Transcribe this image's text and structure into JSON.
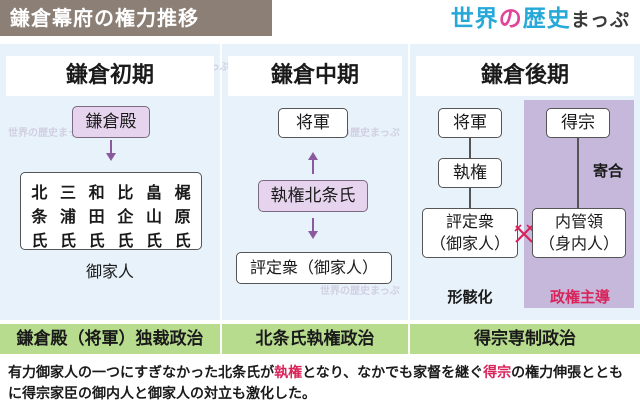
{
  "header": {
    "title": "鎌倉幕府の権力推移",
    "brand": {
      "part1": "世界",
      "part2": "の",
      "part3": "歴史",
      "part4": "まっぷ"
    }
  },
  "periods": {
    "early": {
      "heading": "鎌倉初期",
      "top_box": "鎌倉殿",
      "clans": [
        "北",
        "三",
        "和",
        "比",
        "畠",
        "梶",
        "条",
        "浦",
        "田",
        "企",
        "山",
        "原",
        "氏",
        "氏",
        "氏",
        "氏",
        "氏",
        "氏"
      ],
      "bottom_label": "御家人",
      "footer": "鎌倉殿（将軍）独裁政治"
    },
    "middle": {
      "heading": "鎌倉中期",
      "top_box": "将軍",
      "mid_box": "執権北条氏",
      "bottom_box": "評定衆（御家人）",
      "footer": "北条氏執権政治"
    },
    "late": {
      "heading": "鎌倉後期",
      "left_top": "将軍",
      "left_mid": "執権",
      "left_bottom_line1": "評定衆",
      "left_bottom_line2": "（御家人）",
      "left_caption": "形骸化",
      "right_top": "得宗",
      "right_side": "寄合",
      "right_bottom_line1": "内管領",
      "right_bottom_line2": "（身内人）",
      "right_caption": "政権主導",
      "footer": "得宗専制政治"
    }
  },
  "description": {
    "part1": "有力御家人の一つにすぎなかった北条氏が",
    "hl1": "執権",
    "part2": "となり、なかでも家督を継ぐ",
    "hl2": "得宗",
    "part3": "の権力伸張とともに得宗家臣の御内人と御家人の対立も激化した。"
  },
  "watermark": "世界の歴史まっぷ",
  "colors": {
    "accent_purple": "#8a5a9e",
    "highlight_red": "#d8245a",
    "footer_green": "#b8dc8e",
    "panel_blue": "#e7f2fa"
  }
}
